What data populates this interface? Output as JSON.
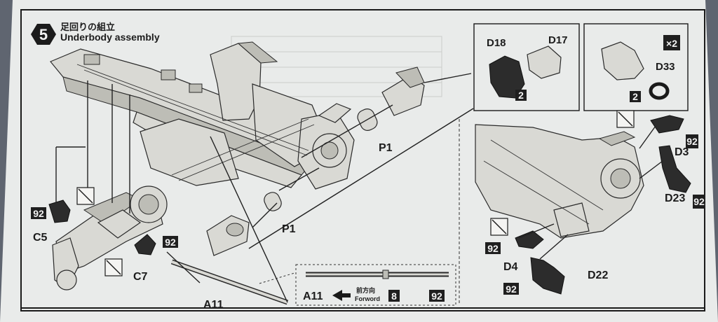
{
  "step": {
    "number": "5",
    "title_jp": "足回りの組立",
    "title_en": "Underbody assembly"
  },
  "inset_a": {
    "part1": "D18",
    "part2": "D17",
    "paint": "2"
  },
  "inset_b": {
    "multiplier": "×2",
    "part": "D33",
    "paint": "2"
  },
  "labels": {
    "p1_upper": "P1",
    "p1_lower": "P1",
    "c5": "C5",
    "c7": "C7",
    "a11": "A11",
    "d3": "D3",
    "d23": "D23",
    "d4": "D4",
    "d22": "D22"
  },
  "paint_codes": {
    "c5": "92",
    "c7": "92",
    "d3": "92",
    "d23": "92",
    "d4": "92",
    "d22": "92"
  },
  "forward_box": {
    "part": "A11",
    "jp": "前方向",
    "en": "Forword",
    "paint_a": "8",
    "paint_b": "92"
  }
}
